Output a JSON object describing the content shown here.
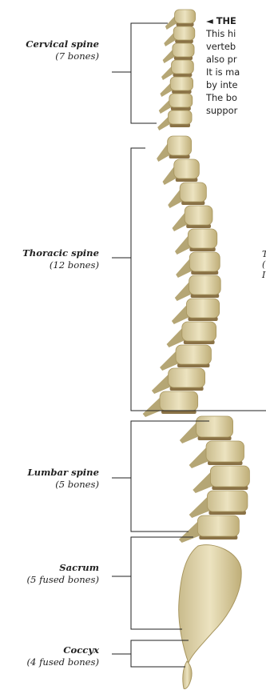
{
  "regions": [
    {
      "name": "Cervical spine",
      "count": "(7 bones)"
    },
    {
      "name": "Thoracic spine",
      "count": "(12 bones)"
    },
    {
      "name": "Lumbar spine",
      "count": "(5 bones)"
    },
    {
      "name": "Sacrum",
      "count": "(5 fused bones)"
    },
    {
      "name": "Coccyx",
      "count": "(4 fused bones)"
    }
  ],
  "intro": {
    "heading": "◄ THE",
    "lines": [
      "This hi",
      "verteb",
      "also pr",
      "It is ma",
      "by inte",
      "The bo",
      "suppor"
    ]
  },
  "side_note": {
    "lines": [
      "T",
      "(",
      "I"
    ]
  },
  "colors": {
    "bone": "#ddd2a8",
    "bone_shadow": "#b5a675",
    "disc": "#8a7246",
    "bracket": "#222222"
  }
}
